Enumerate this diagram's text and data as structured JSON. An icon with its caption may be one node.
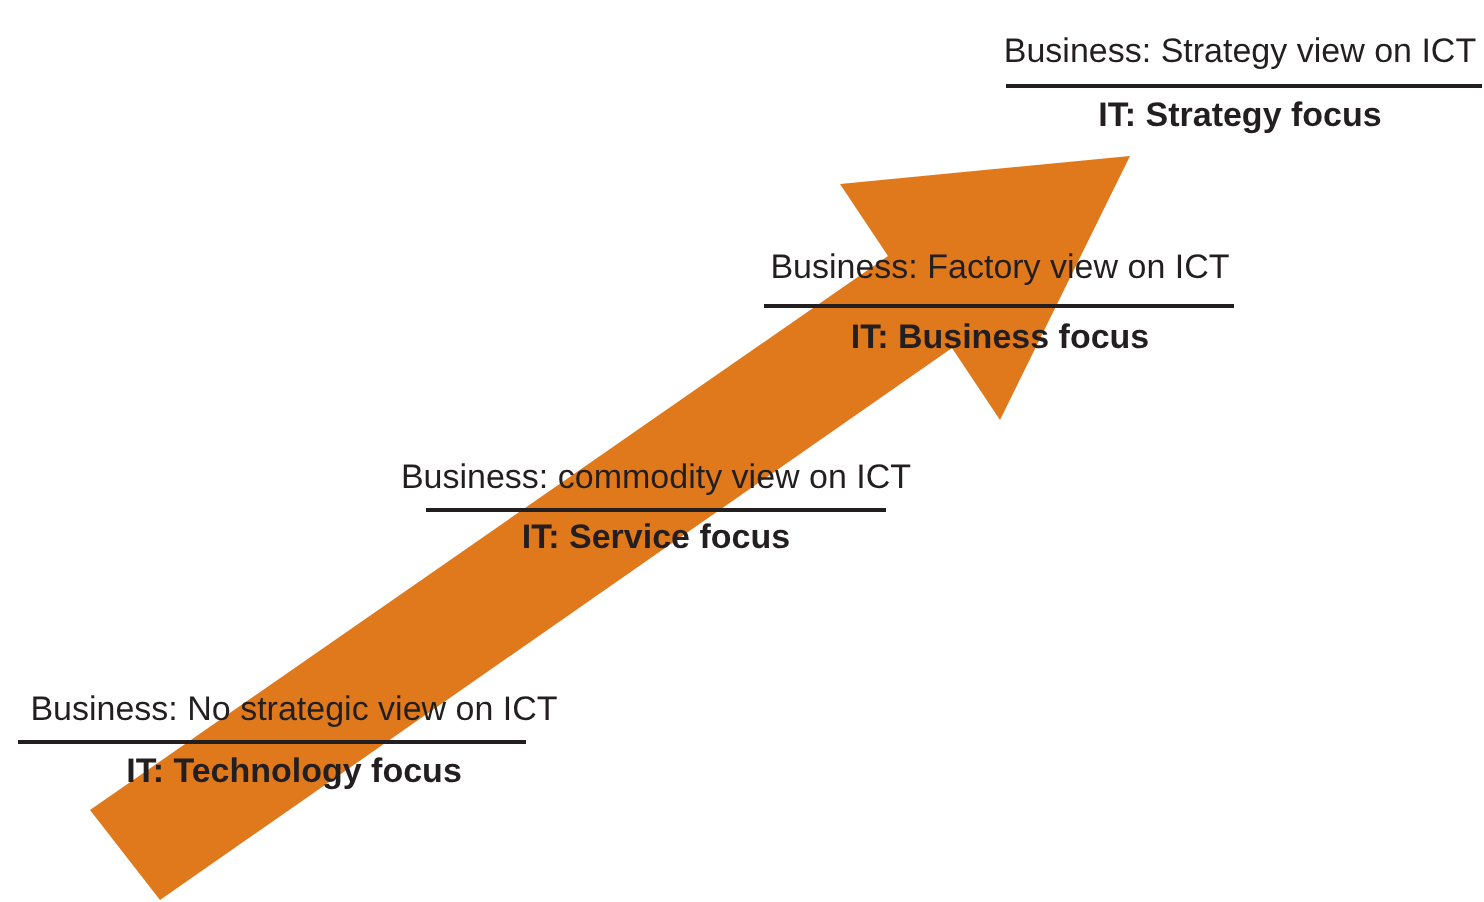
{
  "diagram": {
    "labels": [
      "Business: Strategy view on ICT",
      "IT: Strategy focus",
      "Business: Factory view on ICT",
      "IT: Business focus",
      "Business: commodity view on ICT",
      "IT: Service focus",
      "Business: No strategic view on ICT",
      "IT: Technology focus"
    ]
  }
}
